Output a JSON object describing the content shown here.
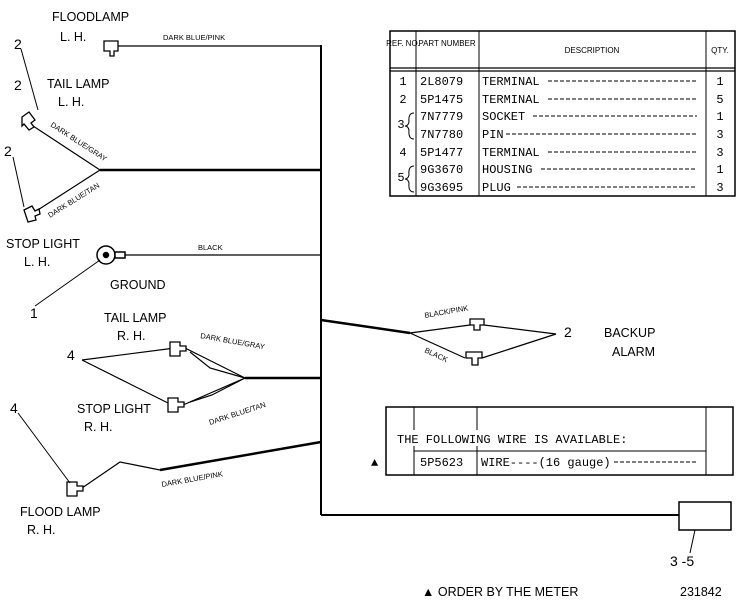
{
  "labels": {
    "floodlamp_lh_1": "FLOODLAMP",
    "floodlamp_lh_2": "L. H.",
    "tail_lamp_lh_1": "TAIL LAMP",
    "tail_lamp_lh_2": "L. H.",
    "stop_light_lh_1": "STOP LIGHT",
    "stop_light_lh_2": "L. H.",
    "ground": "GROUND",
    "tail_lamp_rh_1": "TAIL LAMP",
    "tail_lamp_rh_2": "R. H.",
    "stop_light_rh_1": "STOP LIGHT",
    "stop_light_rh_2": "R. H.",
    "flood_lamp_rh_1": "FLOOD LAMP",
    "flood_lamp_rh_2": "R. H.",
    "backup_alarm_1": "BACKUP",
    "backup_alarm_2": "ALARM"
  },
  "wires": {
    "dark_blue_pink_top": "DARK BLUE/PINK",
    "dark_blue_gray_lh": "DARK BLUE/GRAY",
    "dark_blue_tan_lh": "DARK BLUE/TAN",
    "black_ground": "BLACK",
    "dark_blue_gray_rh": "DARK BLUE/GRAY",
    "dark_blue_tan_rh": "DARK BLUE/TAN",
    "dark_blue_pink_rh": "DARK BLUE/PINK",
    "black_pink_alarm": "BLACK/PINK",
    "black_alarm": "BLACK"
  },
  "callouts": {
    "floodlamp_lh": "2",
    "tail_lamp_lh": "2",
    "stop_light_lh": "2",
    "ground": "1",
    "rh_lamps": "4",
    "flood_lamp_rh": "4",
    "backup_alarm": "2",
    "plug_box": "3 -5"
  },
  "parts_table": {
    "headers": {
      "ref": "REF. NO.",
      "part": "PART NUMBER",
      "desc": "DESCRIPTION",
      "qty": "QTY."
    },
    "rows": [
      {
        "ref": "1",
        "part": "2L8079",
        "desc": "TERMINAL",
        "qty": "1"
      },
      {
        "ref": "2",
        "part": "5P1475",
        "desc": "TERMINAL",
        "qty": "5"
      },
      {
        "ref": "3",
        "part": "7N7779",
        "desc": "SOCKET",
        "qty": "1"
      },
      {
        "ref": "",
        "part": "7N7780",
        "desc": "PIN",
        "qty": "3"
      },
      {
        "ref": "4",
        "part": "5P1477",
        "desc": "TERMINAL",
        "qty": "3"
      },
      {
        "ref": "5",
        "part": "9G3670",
        "desc": "HOUSING",
        "qty": "1"
      },
      {
        "ref": "",
        "part": "9G3695",
        "desc": "PLUG",
        "qty": "3"
      }
    ]
  },
  "wire_box": {
    "title": "THE FOLLOWING WIRE IS AVAILABLE:",
    "marker": "▲",
    "part": "5P5623",
    "desc": "WIRE----(16 gauge)"
  },
  "footer": {
    "note": "▲ ORDER BY THE METER",
    "figure_no": "231842"
  }
}
